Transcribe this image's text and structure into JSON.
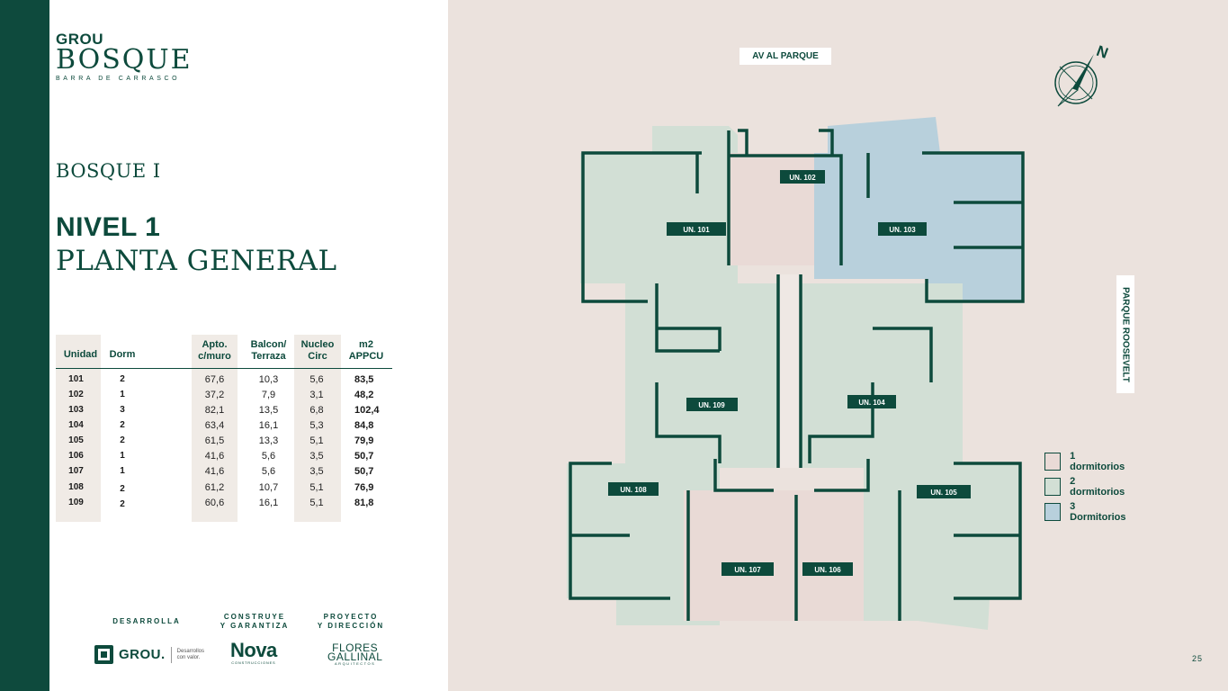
{
  "brand": {
    "grou": "GROU",
    "bosque": "BOSQUE",
    "subtitle": "BARRA DE CARRASCO"
  },
  "section": "BOSQUE I",
  "title": {
    "level": "NIVEL 1",
    "plan": "PLANTA GENERAL"
  },
  "table": {
    "headers": {
      "unidad": "Unidad",
      "dorm": "Dorm",
      "apto": [
        "Apto.",
        "c/muro"
      ],
      "balcon": [
        "Balcon/",
        "Terraza"
      ],
      "nucleo": [
        "Nucleo",
        "Circ"
      ],
      "m2": [
        "m2",
        "APPCU"
      ]
    },
    "rows": [
      {
        "unidad": "101",
        "dorm": "2",
        "apto": "67,6",
        "balcon": "10,3",
        "nucleo": "5,6",
        "m2": "83,5"
      },
      {
        "unidad": "102",
        "dorm": "1",
        "apto": "37,2",
        "balcon": "7,9",
        "nucleo": "3,1",
        "m2": "48,2"
      },
      {
        "unidad": "103",
        "dorm": "3",
        "apto": "82,1",
        "balcon": "13,5",
        "nucleo": "6,8",
        "m2": "102,4"
      },
      {
        "unidad": "104",
        "dorm": "2",
        "apto": "63,4",
        "balcon": "16,1",
        "nucleo": "5,3",
        "m2": "84,8"
      },
      {
        "unidad": "105",
        "dorm": "2",
        "apto": "61,5",
        "balcon": "13,3",
        "nucleo": "5,1",
        "m2": "79,9"
      },
      {
        "unidad": "106",
        "dorm": "1",
        "apto": "41,6",
        "balcon": "5,6",
        "nucleo": "3,5",
        "m2": "50,7"
      },
      {
        "unidad": "107",
        "dorm": "1",
        "apto": "41,6",
        "balcon": "5,6",
        "nucleo": "3,5",
        "m2": "50,7"
      },
      {
        "unidad": "108",
        "dorm": "2",
        "apto": "61,2",
        "balcon": "10,7",
        "nucleo": "5,1",
        "m2": "76,9"
      },
      {
        "unidad": "109",
        "dorm": "2",
        "apto": "60,6",
        "balcon": "16,1",
        "nucleo": "5,1",
        "m2": "81,8"
      }
    ]
  },
  "credits": {
    "desarrolla": "DESARROLLA",
    "construye": [
      "CONSTRUYE",
      "Y GARANTIZA"
    ],
    "proyecto": [
      "PROYECTO",
      "Y DIRECCIÓN"
    ],
    "grou_logo": "GROU.",
    "grou_tagline": [
      "Desarrollos",
      "con valor."
    ],
    "nova_logo": "Nova",
    "nova_sub": "CONSTRUCCIONES",
    "flores_logo": [
      "FLORES",
      "GALLINAL"
    ],
    "flores_sub": "ARQUITECTOS"
  },
  "map": {
    "street_top": "AV AL PARQUE",
    "street_right": "PARQUE ROOSEVELT",
    "north": "N",
    "units": {
      "u101": "UN. 101",
      "u102": "UN. 102",
      "u103": "UN. 103",
      "u104": "UN. 104",
      "u105": "UN. 105",
      "u106": "UN. 106",
      "u107": "UN. 107",
      "u108": "UN. 108",
      "u109": "UN. 109"
    }
  },
  "legend": [
    {
      "label": "1 dormitorios",
      "color": "#e9dad6"
    },
    {
      "label": "2 dormitorios",
      "color": "#d2dfd5"
    },
    {
      "label": "3 Dormitorios",
      "color": "#b8d0dc"
    }
  ],
  "colors": {
    "brand_green": "#0d4a3c",
    "one_bed": "#e9dad6",
    "two_bed": "#d2dfd5",
    "three_bed": "#b8d0dc"
  },
  "page_number": "25"
}
